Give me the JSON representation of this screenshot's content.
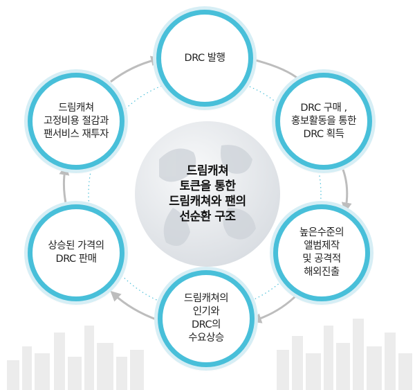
{
  "diagram": {
    "center_title": "드림캐쳐\n토큰을 통한\n드림캐쳐와 팬의\n선순환 구조",
    "nodes": [
      {
        "id": "drc-issue",
        "label": "DRC 발행"
      },
      {
        "id": "drc-acquire",
        "label": "DRC 구매 ,\n홍보활동을 통한\nDRC 획득"
      },
      {
        "id": "album-overseas",
        "label": "높은수준의\n앨범제작\n및 공격적\n해외진출"
      },
      {
        "id": "popularity-demand",
        "label": "드림캐쳐의\n인기와\nDRC의\n수요상승"
      },
      {
        "id": "drc-sale",
        "label": "상승된 가격의\nDRC 판매"
      },
      {
        "id": "cost-reinvest",
        "label": "드림캐쳐\n고정비용 절감과\n팬서비스 재투자"
      }
    ],
    "colors": {
      "ring": "#48bfd9",
      "halo": "#d6eef5",
      "arrow": "#bdbdbd",
      "dotted": "#48bfd9",
      "globe": "#e3e6ea",
      "skyline": "#ececec"
    },
    "icons": {
      "center": "globe-icon",
      "background": "city-skyline"
    }
  }
}
